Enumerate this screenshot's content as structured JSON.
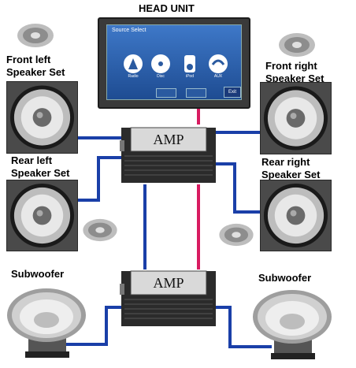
{
  "title": "HEAD UNIT",
  "head_unit": {
    "screen_title": "Source Select",
    "sources": [
      "Radio",
      "Disc",
      "iPod",
      "AUX"
    ],
    "exit_label": "Exit"
  },
  "labels": {
    "front_left": [
      "Front left",
      "Speaker Set"
    ],
    "front_right": [
      "Front right",
      "Speaker  Set"
    ],
    "rear_left": [
      "Rear left",
      "Speaker Set"
    ],
    "rear_right": [
      "Rear right",
      "Speaker Set"
    ],
    "sub_left": "Subwoofer",
    "sub_right": "Subwoofer"
  },
  "amps": [
    "AMP",
    "AMP"
  ],
  "colors": {
    "speaker_wire": "#1a3fa8",
    "signal_wire": "#d81b60",
    "panel": "#4a4a4a"
  }
}
